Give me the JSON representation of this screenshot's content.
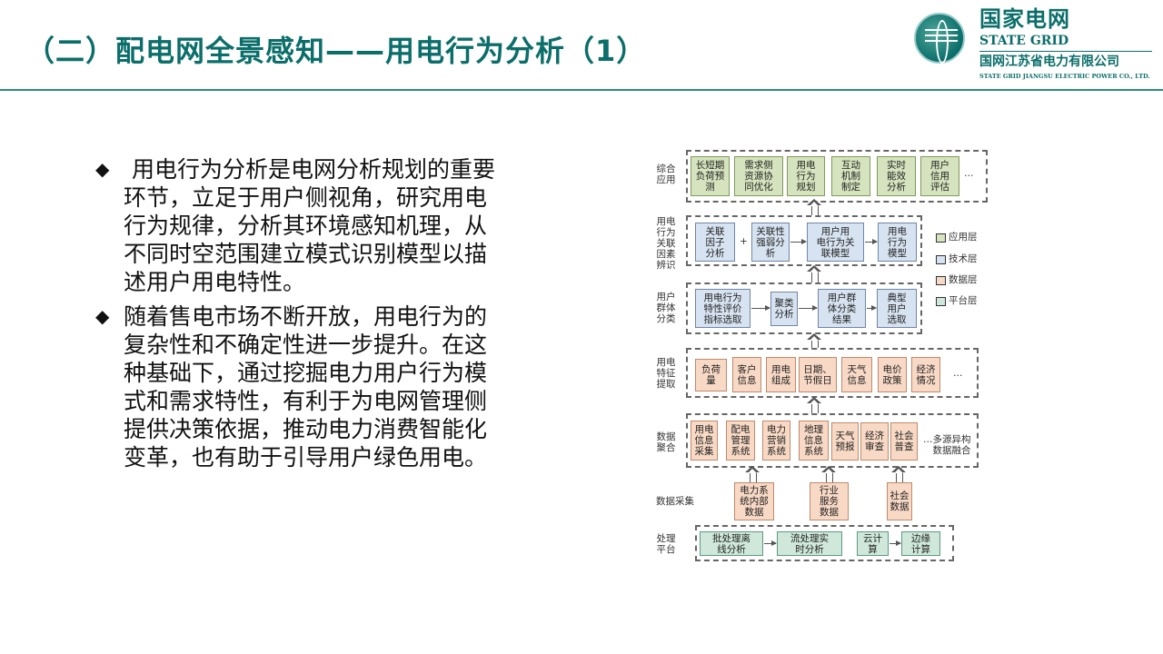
{
  "title": "（二）配电网全景感知——用电行为分析（1）",
  "logo": {
    "cn": "国家电网",
    "en": "STATE GRID",
    "company": "国网江苏省电力有限公司",
    "company_en": "STATE GRID JIANGSU ELECTRIC POWER CO., LTD."
  },
  "bullets": [
    {
      "symbol": "◆",
      "lines": [
        "用电行为分析是电网分析规划的重要",
        "环节，立足于用户侧视角，研究用电",
        "行为规律，分析其环境感知机理，从",
        "不同时空范围建立模式识别模型以描",
        "述用户用电特性。"
      ]
    },
    {
      "symbol": "◆",
      "lines": [
        "随着售电市场不断开放，用电行为的",
        "复杂性和不确定性进一步提升。在这",
        "种基础下，通过挖掘电力用户行为模",
        "式和需求特性，有利于为电网管理侧",
        "提供决策依据，推动电力消费智能化",
        "变革，也有助于引导用户绿色用电。"
      ]
    }
  ],
  "diagram": {
    "layers": [
      {
        "label": "综合\n应用",
        "boxes": [
          "长短期\n负荷预\n测",
          "需求侧\n资源协\n同优化",
          "用电\n行为\n规划",
          "互动\n机制\n制定",
          "实时\n能效\n分析",
          "用户\n信用\n评估"
        ],
        "more": "…"
      },
      {
        "label": "用电\n行为\n关联\n因素\n辨识",
        "boxes": [
          "关联\n因子\n分析",
          "关联性\n强弱分\n析",
          "用户用\n电行为关\n联模型",
          "用电\n行为\n模型"
        ],
        "plus": "+"
      },
      {
        "label": "用户\n群体\n分类",
        "boxes": [
          "用电行为\n特性评价\n指标选取",
          "聚类\n分析",
          "用户群\n体分类\n结果",
          "典型\n用户\n选取"
        ]
      },
      {
        "label": "用电\n特征\n提取",
        "boxes": [
          "负荷\n量",
          "客户\n信息",
          "用电\n组成",
          "日期、\n节假日",
          "天气\n信息",
          "电价\n政策",
          "经济\n情况"
        ],
        "more": "…"
      },
      {
        "label": "数据\n聚合",
        "boxes": [
          "用电\n信息\n采集",
          "配电\n管理\n系统",
          "电力\n营销\n系统",
          "地理\n信息\n系统",
          "天气\n预报",
          "经济\n审查",
          "社会\n普查"
        ],
        "more": "…多源异构\n数据融合"
      },
      {
        "label": "数据采集",
        "boxes": [
          "电力系\n统内部\n数据",
          "行业\n服务\n数据",
          "社会\n数据"
        ]
      },
      {
        "label": "处理\n平台",
        "boxes": [
          "批处理离\n线分析",
          "流处理实\n时分析",
          "云计\n算",
          "边缘\n计算"
        ]
      }
    ],
    "legend": [
      {
        "label": "应用层",
        "color": "#d5e4be"
      },
      {
        "label": "技术层",
        "color": "#d7e3f1"
      },
      {
        "label": "数据层",
        "color": "#f8d9c5"
      },
      {
        "label": "平台层",
        "color": "#cfe8db"
      }
    ]
  }
}
